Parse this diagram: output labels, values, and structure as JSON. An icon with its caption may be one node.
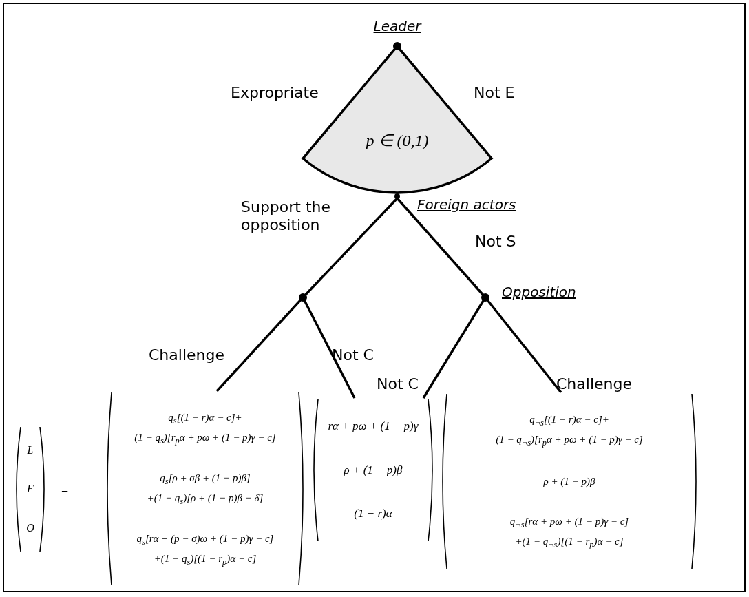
{
  "diagram": {
    "nodes": [
      {
        "text": [
          "Leader",
          "p ∈ (0,1)"
        ]
      },
      {
        "text": [
          "Foreign actors"
        ]
      },
      {
        "text": [],
        "shape": "circle"
      },
      {
        "text": [
          "Opposition"
        ]
      },
      {
        "text": [
          "q$_{s}$[(1 − r)α − c]+ (1 − q$_{s}$)[r$_{p}$α + pω + (1 − p)γ − c]",
          "q$_{s}$[ρ + σβ + (1 − p)β] +(1 − q$_{s}$)[ρ + (1 − p)β − δ]",
          "q$_{s}$[rα + (p − σ)ω + (1 − p)γ − c] +(1 − q$_{s}$)[(1 − r$_{p}$)α − c]"
        ]
      },
      {
        "text": [
          "rα + pω + (1 − p)γ",
          "ρ + (1 − p)β",
          "(1 − r)α"
        ]
      },
      {
        "text": [
          "q$_{¬s}$[(1 − r)α − c]+ (1 − q$_{¬s}$)[r$_{p}$α + pω + (1 − p)γ − c]",
          "ρ + (1 − p)β",
          "q$_{¬s}$[rα + pω + (1 − p)γ − c] +(1 − q$_{¬s}$)[(1 − r$_{p}$)α − c]"
        ]
      }
    ],
    "edges": [
      {
        "from": 1,
        "to": 2,
        "arrow": "none",
        "label": "Support the opposition"
      },
      {
        "from": 1,
        "to": 3,
        "arrow": "none",
        "label": "Not S"
      },
      {
        "from": 2,
        "to": 4,
        "arrow": "none",
        "label": "Challenge"
      },
      {
        "from": 2,
        "to": 5,
        "arrow": "none",
        "label": "Not C"
      },
      {
        "from": 3,
        "to": 5,
        "arrow": "none",
        "label": "Not C"
      },
      {
        "from": 3,
        "to": 6,
        "arrow": "none",
        "label": "Challenge"
      }
    ],
    "labels": [
      "Expropriate",
      "Not E",
      "L",
      "F",
      "O",
      "="
    ]
  }
}
